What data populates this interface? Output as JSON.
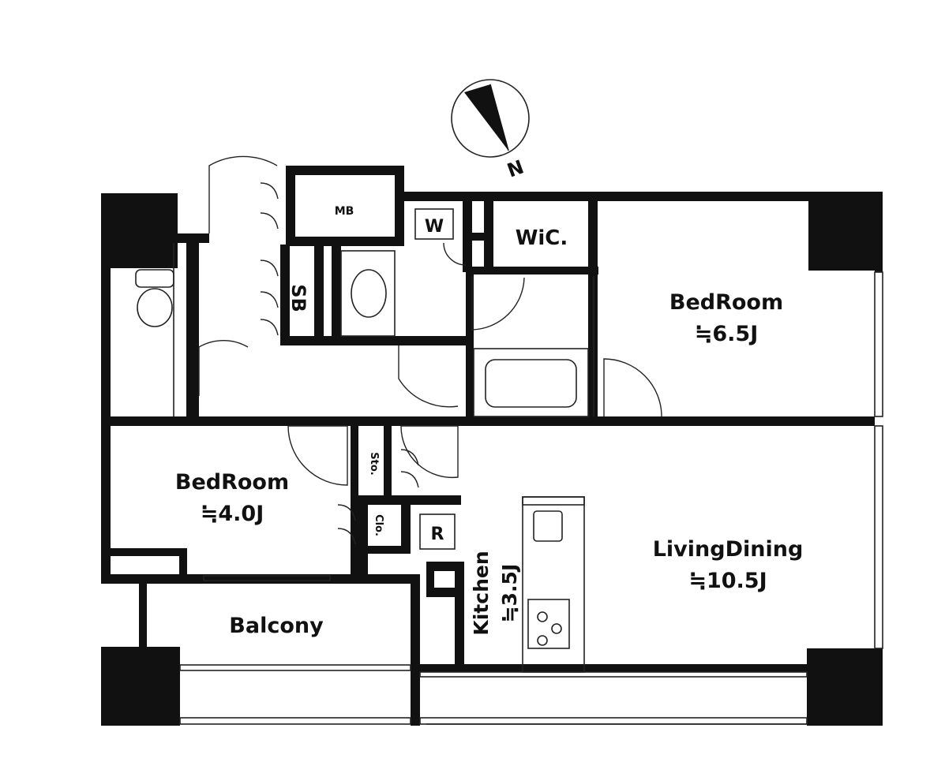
{
  "compass": {
    "label": "N"
  },
  "rooms": {
    "bedroom_large": {
      "name": "BedRoom",
      "size": "≒6.5J"
    },
    "bedroom_small": {
      "name": "BedRoom",
      "size": "≒4.0J"
    },
    "living_dining": {
      "name": "LivingDining",
      "size": "≒10.5J"
    },
    "kitchen": {
      "name": "Kitchen",
      "size": "≒3.5J"
    },
    "balcony": {
      "name": "Balcony"
    }
  },
  "labels": {
    "mb": "MB",
    "w": "W",
    "wic": "WiC.",
    "sb": "SB",
    "sto": "Sto.",
    "clo": "Clo.",
    "r": "R"
  },
  "colors": {
    "wall": "#111111",
    "line": "#222222",
    "background": "#ffffff"
  }
}
